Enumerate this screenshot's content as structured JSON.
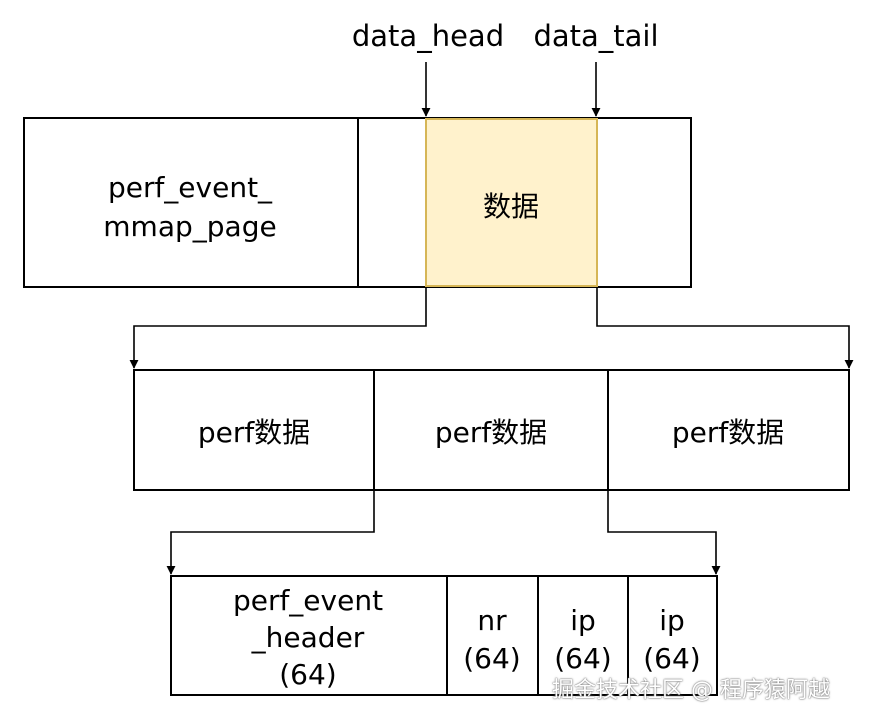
{
  "pointers": {
    "head": "data_head",
    "tail": "data_tail"
  },
  "ring_buffer": {
    "page_line1": "perf_event_",
    "page_line2": "mmap_page",
    "data": "数据"
  },
  "perf_records": [
    "perf数据",
    "perf数据",
    "perf数据"
  ],
  "record_fields": {
    "header_line1": "perf_event",
    "header_line2": "_header",
    "header_line3": "(64)",
    "nr": "nr",
    "nr_size": "(64)",
    "ip1": "ip",
    "ip1_size": "(64)",
    "ip2": "ip",
    "ip2_size": "(64)"
  },
  "watermark": "掘金技术社区 @ 程序猿阿越",
  "colors": {
    "highlight_fill": "#fff2cc",
    "highlight_stroke": "#d6b656",
    "stroke": "#000000"
  }
}
